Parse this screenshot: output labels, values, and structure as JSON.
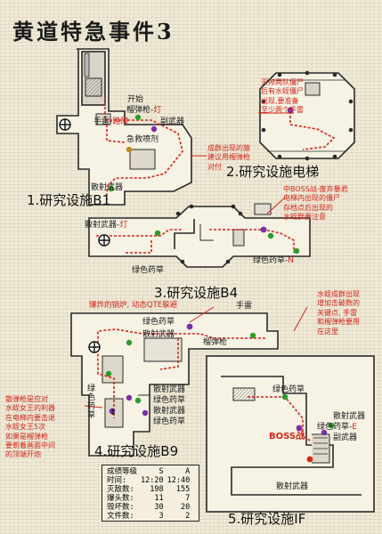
{
  "title": "黄道特急事件3",
  "sections": {
    "b1": "1.研究设施B1",
    "elevator": "2.研究设施电梯",
    "b4": "3.研究设施B4",
    "b9": "4.研究设施B9",
    "if": "5.研究设施IF"
  },
  "b1": {
    "start": "开始",
    "grenade_gun_light": "榴弹枪-",
    "grenade_gun_light_suffix": "灯",
    "grenade": "手雷-",
    "grenade_suffix": "路障",
    "submachine": "副武器",
    "spray": "急救喷剂",
    "scatter": "散射武器",
    "note": [
      "成群出现的猿",
      "建议用榴弹枪",
      "对付"
    ]
  },
  "elevator": {
    "note": [
      "灭掉两队僵尸",
      "后有水蛭僵尸",
      "出现,要准备",
      "至少两个手雷"
    ]
  },
  "b4": {
    "boss_note": [
      "中BOSS战-废弃暴君",
      "电梯内出现的僵尸",
      "存档点后出现的",
      "水蛭群要注意"
    ],
    "scatter": "散射武器-",
    "scatter_suffix": "灯",
    "green_herb": "绿色药草",
    "green_herb_n": "绿色药草-",
    "green_herb_n_suffix": "N"
  },
  "b9": {
    "furnace_note": "爆炸的锅炉, 动态QTE躲避",
    "grenade": "手雷",
    "grenade_gun": "榴弹枪",
    "green_herb": "绿色药草",
    "scatter": "散射武器",
    "green_label": [
      "绿",
      "色",
      "药",
      "草"
    ],
    "leech_note": [
      "水蛭成群出现",
      "增加击破数的",
      "关键点, 手雷",
      "和榴弹枪要用",
      "在这里"
    ],
    "queen_note": [
      "散弹枪是应对",
      "水蛭女王的利器",
      "在电梯内要击退",
      "水蛭女王5次",
      "如果是榴弹枪",
      "要朝着画面中间",
      "的顶端开炮"
    ],
    "green_herb_a": "绿色药草",
    "green_herb_b": "绿色药草",
    "scatter_a": "散射武器",
    "scatter_b": "散射武器"
  },
  "if": {
    "green_herb": "绿色药草",
    "scatter": "散射武器",
    "green_herb_e": "绿色药草-",
    "green_herb_e_suffix": "E",
    "submachine": "副武器",
    "boss": "BOSS战",
    "scatter_bottom": "散射武器"
  },
  "score": {
    "header": [
      "成绩等级",
      "S",
      "A"
    ],
    "rows": [
      [
        "时间:",
        "12:20",
        "12:40"
      ],
      [
        "灭敌数:",
        "198",
        "155"
      ],
      [
        "爆头数:",
        "11",
        "7"
      ],
      [
        "毁坏数:",
        "30",
        "20"
      ],
      [
        "文件数:",
        "3",
        "2"
      ]
    ]
  },
  "colors": {
    "route": "#d2261a",
    "wall": "#2a2a2a",
    "room_fill": "#f6f2e4",
    "herb": "#2e9a2e",
    "weapon": "#7b2fa8"
  }
}
